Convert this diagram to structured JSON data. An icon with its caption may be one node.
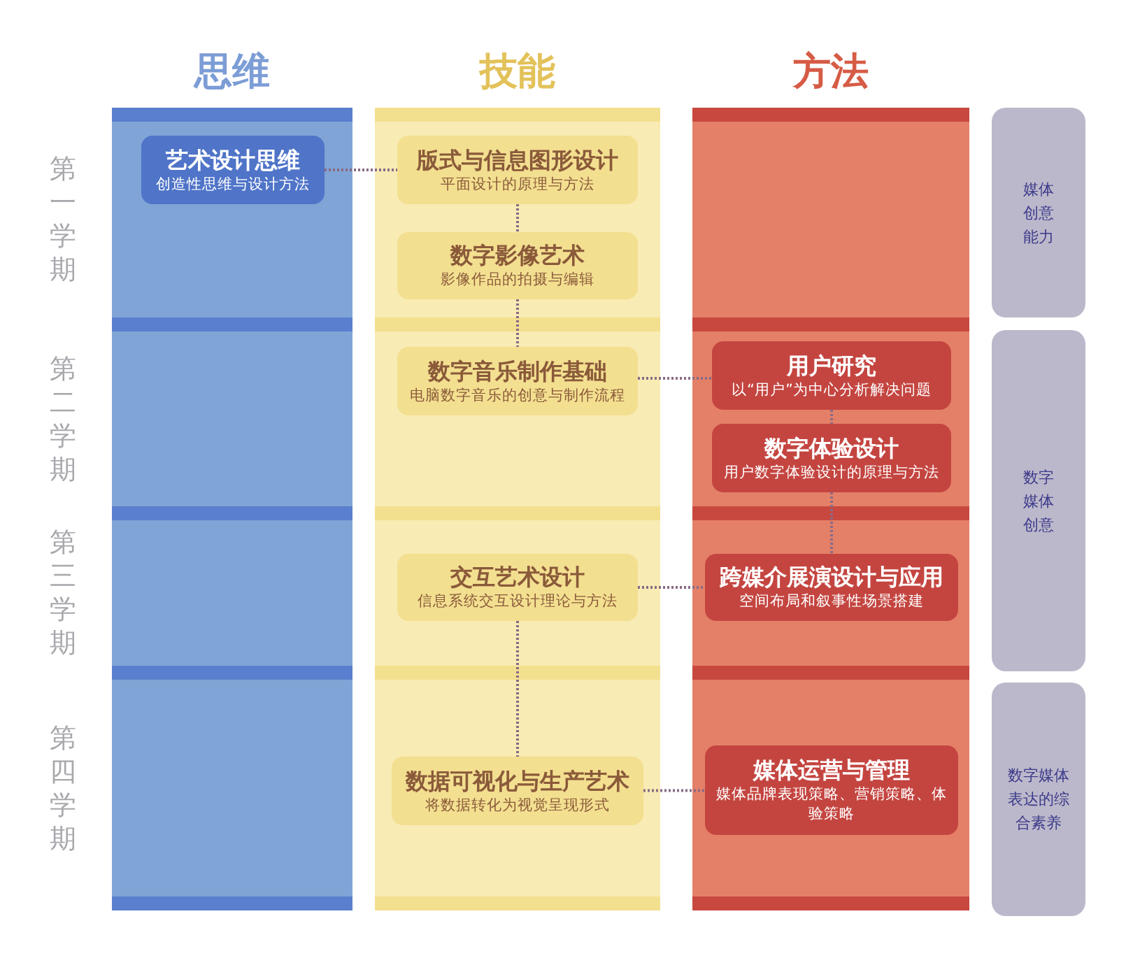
{
  "diagram": {
    "nodes": [
      {
        "text": [
          "思维"
        ]
      },
      {
        "text": [
          "艺术设计思维",
          "创造性思维与设计方法"
        ],
        "in": 0
      },
      {
        "text": [
          "技能"
        ]
      },
      {
        "text": [
          "版式与信息图形设计",
          "平面设计的原理与方法"
        ],
        "in": 2
      },
      {
        "text": [
          "数字影像艺术",
          "影像作品的拍摄与编辑"
        ],
        "in": 2
      },
      {
        "text": [
          "数字音乐制作基础",
          "电脑数字音乐的创意与制作流程"
        ],
        "in": 2
      },
      {
        "text": [
          "交互艺术设计",
          "信息系统交互设计理论与方法"
        ],
        "in": 2
      },
      {
        "text": [
          "数据可视化与生产艺术",
          "将数据转化为视觉呈现形式"
        ],
        "in": 2
      },
      {
        "text": [
          "方法"
        ]
      },
      {
        "text": [
          "用户研究",
          "以“用户”为中心分析解决问题"
        ],
        "in": 8
      },
      {
        "text": [
          "数字体验设计",
          "用户数字体验设计的原理与方法"
        ],
        "in": 8
      },
      {
        "text": [
          "跨媒介展演设计与应用",
          "空间布局和叙事性场景搭建"
        ],
        "in": 8
      },
      {
        "text": [
          "媒体运营与管理",
          "媒体品牌表现策略、营销策略、体验策略"
        ],
        "in": 8
      },
      {
        "text": [
          "媒体创意能力"
        ]
      },
      {
        "text": [
          "数字媒体创意"
        ]
      },
      {
        "text": [
          "数字媒体表达的综合素养"
        ]
      }
    ],
    "edges": [
      {
        "from": 1,
        "to": 3,
        "arrow": "none"
      },
      {
        "from": 3,
        "to": 4,
        "arrow": "none"
      },
      {
        "from": 4,
        "to": 5,
        "arrow": "none"
      },
      {
        "from": 5,
        "to": 9,
        "arrow": "none"
      },
      {
        "from": 9,
        "to": 10,
        "arrow": "none"
      },
      {
        "from": 10,
        "to": 11,
        "arrow": "none"
      },
      {
        "from": 6,
        "to": 11,
        "arrow": "none"
      },
      {
        "from": 6,
        "to": 7,
        "arrow": "none"
      },
      {
        "from": 7,
        "to": 12,
        "arrow": "none"
      }
    ],
    "labels": [
      "第一学期",
      "第二学期",
      "第三学期",
      "第四学期"
    ]
  }
}
